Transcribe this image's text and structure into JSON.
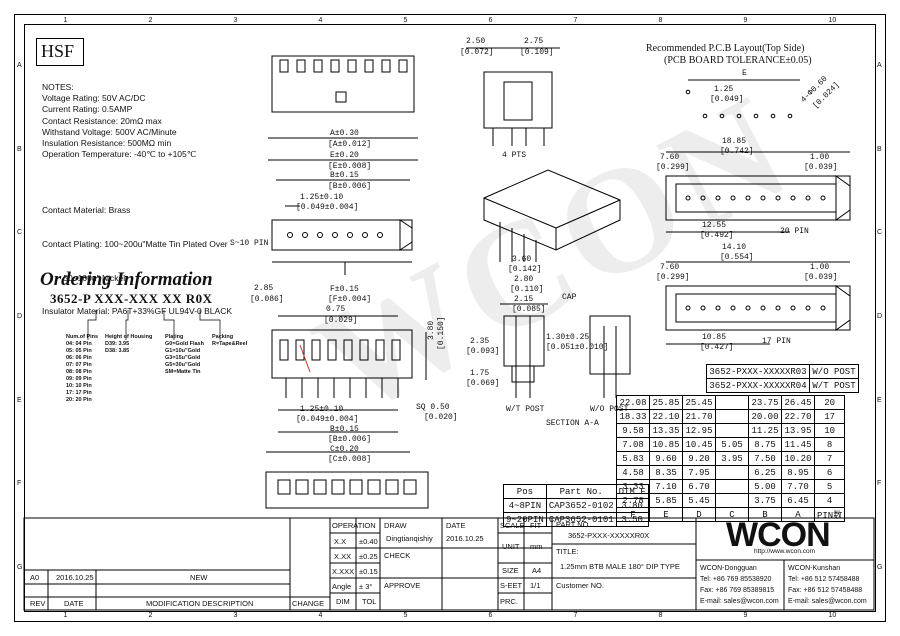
{
  "border": {
    "cols": [
      "1",
      "2",
      "3",
      "4",
      "5",
      "6",
      "7",
      "8",
      "9",
      "10"
    ],
    "rows": [
      "A",
      "B",
      "C",
      "D",
      "E",
      "F",
      "G"
    ]
  },
  "hsf": "HSF",
  "notes": {
    "heading": "NOTES:",
    "lines": [
      "Voltage Rating: 50V AC/DC",
      "Current Rating: 0.5AMP",
      "Contact Resistance: 20mΩ max",
      "Withstand Voltage: 500V AC/Minute",
      "Insulation Resistance: 500MΩ min",
      "Operation Temperature: -40℃ to +105℃"
    ],
    "lines2": [
      "Contact Material: Brass",
      "Contact Plating: 100~200u\"Matte Tin Plated Over",
      "         50~100u\" Nickel",
      "Insulator Material: PA6T+33%GF UL94V-0 BLACK"
    ]
  },
  "ordering": {
    "title": "Ordering Information",
    "code": "3652-P XXX-XXX XX R0X",
    "cols": [
      {
        "head": "Num.of Pins",
        "items": [
          "04: 04 Pin",
          "05: 05 Pin",
          "06: 06 Pin",
          "07: 07 Pin",
          "08: 08 Pin",
          "09: 09 Pin",
          "10: 10 Pin",
          "17: 17 Pin",
          "20: 20 Pin"
        ]
      },
      {
        "head": "Height of Housing",
        "items": [
          "D39: 3.95",
          "D38: 3.85"
        ]
      },
      {
        "head": "Plating",
        "items": [
          "G0=Gold Flash",
          "G1=10u\"Gold",
          "G3=15u\"Gold",
          "G5=30u\"Gold",
          "SM=Matte Tin"
        ]
      },
      {
        "head": "Packing",
        "items": [
          "R=Tape&Reel"
        ]
      }
    ]
  },
  "pcb_layout": {
    "title": "Recommended P.C.B Layout(Top Side)",
    "tolerance": "(PCB BOARD TOLERANCE±0.05)",
    "dims": {
      "e": "E",
      "pitch": "1.25",
      "pitch_in": "[0.049]",
      "hole": "4-Φ0.60",
      "hole_in": "[0.024]",
      "d20_top": "18.85",
      "d20_top_in": "[0.742]",
      "d20_left": "7.60",
      "d20_left_in": "[0.299]",
      "d20_right": "1.00",
      "d20_right_in": "[0.039]",
      "d20_bottom": "12.55",
      "d20_bottom_in": "[0.492]",
      "d20_label": "20 PIN",
      "d17_top": "14.10",
      "d17_top_in": "[0.554]",
      "d17_left": "7.60",
      "d17_left_in": "[0.299]",
      "d17_right": "1.00",
      "d17_right_in": "[0.039]",
      "d17_bottom": "10.85",
      "d17_bottom_in": "[0.427]",
      "d17_label": "17 PIN"
    }
  },
  "views": {
    "pin_label_4": "4 PTS",
    "dim_a": "A±0.30",
    "dim_a_in": "[A±0.012]",
    "dim_e": "E±0.20",
    "dim_e_in": "[E±0.008]",
    "dim_b": "B±0.15",
    "dim_b_in": "[B±0.006]",
    "pitch_top": "1.25±0.10",
    "pitch_top_in": "[0.049±0.004]",
    "s10": "S~10 PIN",
    "d285": "2.85",
    "d285_in": "[0.086]",
    "f": "F±0.15",
    "f_in": "[F±0.004]",
    "d075": "0.75",
    "d075_in": "[0.029]",
    "h380": "3.80",
    "h380_in": "[0.150]",
    "pitch_bot": "1.25±0.10",
    "pitch_bot_in": "[0.049±0.004]",
    "b2": "B±0.15",
    "b2_in": "[B±0.006]",
    "c": "C±0.20",
    "c_in": "[C±0.008]",
    "sq": "SQ 0.50",
    "sq_in": "[0.020]",
    "top_250": "2.50",
    "top_250_in": "[0.072]",
    "top_275": "2.75",
    "top_275_in": "[0.109]",
    "sec_360": "3.60",
    "sec_360_in": "[0.142]",
    "sec_280": "2.80",
    "sec_280_in": "[0.110]",
    "sec_215": "2.15",
    "sec_215_in": "[0.085]",
    "sec_cap": "CAP",
    "sec_235": "2.35",
    "sec_235_in": "[0.093]",
    "sec_175": "1.75",
    "sec_175_in": "[0.069]",
    "sec_130": "1.30±0.25",
    "sec_130_in": "[0.051±0.010]",
    "wpost": "W/T POST",
    "wopost": "W/O POST",
    "section": "SECTION A-A"
  },
  "part_table": {
    "row_a": {
      "part": "3652-PXXX-XXXXXR03",
      "post": "W/O POST"
    },
    "row_b": {
      "part": "3652-PXXX-XXXXXR04",
      "post": "W/T POST"
    },
    "rows": [
      [
        "22.08",
        "25.85",
        "25.45",
        "",
        "23.75",
        "26.45",
        "20"
      ],
      [
        "18.33",
        "22.10",
        "21.70",
        "",
        "20.00",
        "22.70",
        "17"
      ],
      [
        "9.58",
        "13.35",
        "12.95",
        "",
        "11.25",
        "13.95",
        "10"
      ],
      [
        "7.08",
        "10.85",
        "10.45",
        "5.05",
        "8.75",
        "11.45",
        "8"
      ],
      [
        "5.83",
        "9.60",
        "9.20",
        "3.95",
        "7.50",
        "10.20",
        "7"
      ],
      [
        "4.58",
        "8.35",
        "7.95",
        "",
        "6.25",
        "8.95",
        "6"
      ],
      [
        "3.33",
        "7.10",
        "6.70",
        "",
        "5.00",
        "7.70",
        "5"
      ],
      [
        "2.78",
        "5.85",
        "5.45",
        "",
        "3.75",
        "6.45",
        "4"
      ]
    ],
    "head": [
      "F",
      "E",
      "D",
      "C",
      "B",
      "A",
      "PIN数"
    ],
    "cap_head": [
      "Pos",
      "Part No.",
      "DIM F"
    ],
    "cap_rows": [
      [
        "4~8PIN",
        "CAP3652-0102",
        "3.80"
      ],
      [
        "9~20PIN",
        "CAP3652-0101",
        "3.50"
      ]
    ]
  },
  "title_block": {
    "operation": "OPERATION",
    "draw": "DRAW",
    "drawer": "Dingtianqishiy",
    "date_label": "DATE",
    "date_val": "2016.10.25",
    "scale": "SCALE",
    "fit": "FIT",
    "unit": "UNIT",
    "unit_val": "mm",
    "size": "SIZE",
    "size_val": "A4",
    "sheet": "S-EET",
    "sheet_val": "1/1",
    "prc": "PRC.",
    "tol1": "X.X",
    "tol1v": "±0.40",
    "tol2": "X.XX",
    "tol2v": "±0.25",
    "tol3": "X.XXX",
    "tol3v": "±0.15",
    "tol4": "Angle",
    "tol4v": "± 3°",
    "dim": "DIM",
    "tol": "TOL",
    "check": "CHECK",
    "approve": "APPROVE",
    "part_no_label": "PART NO.",
    "part_no": "3652-PXXX-XXXXXR0X",
    "title_label": "TITLE:",
    "title": "1.25mm BTB MALE 180° DIP TYPE",
    "customer": "Customer NO.",
    "rev_row": {
      "rev": "A0",
      "date": "2016.10.25",
      "desc": "NEW"
    },
    "rev_head": {
      "rev": "REV",
      "date": "DATE",
      "desc": "MODIFICATION DESCRIPTION",
      "change": "CHANGE"
    }
  },
  "company": {
    "logo": "WCON",
    "url": "http://www.wcon.com",
    "dg_name": "WCON-Dongguan",
    "dg_tel": "Tel: +86 769 85538920",
    "dg_fax": "Fax: +86 769 85389815",
    "dg_mail": "E-mail: sales@wcon.com",
    "ks_name": "WCON-Kunshan",
    "ks_tel": "Tel: +86 512 57458488",
    "ks_fax": "Fax: +86 512 57458488",
    "ks_mail": "E-mail: sales@wcon.com"
  },
  "watermark": "WCON"
}
